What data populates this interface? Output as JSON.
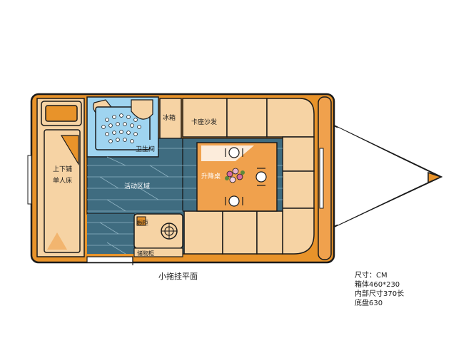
{
  "labels": {
    "bunk_bed_line1": "上下铺",
    "bunk_bed_line2": "单人床",
    "bathroom": "卫生间",
    "fridge": "冰箱",
    "sofa": "卡座沙发",
    "activity_area": "活动区域",
    "lift_table": "升降桌",
    "cabinet": "橱柜",
    "storage": "储物柜",
    "caption": "小拖挂平面"
  },
  "notes": {
    "unit": "尺寸：CM",
    "body_size": "箱体460*230",
    "interior": "内部尺寸370长",
    "chassis": "底盘630"
  },
  "colors": {
    "orange": "#e8932a",
    "cream": "#f6d3a4",
    "floor": "#3f6c80",
    "blue": "#9fd4f0",
    "table": "#f0a14d",
    "outline": "#1a1a1a"
  }
}
